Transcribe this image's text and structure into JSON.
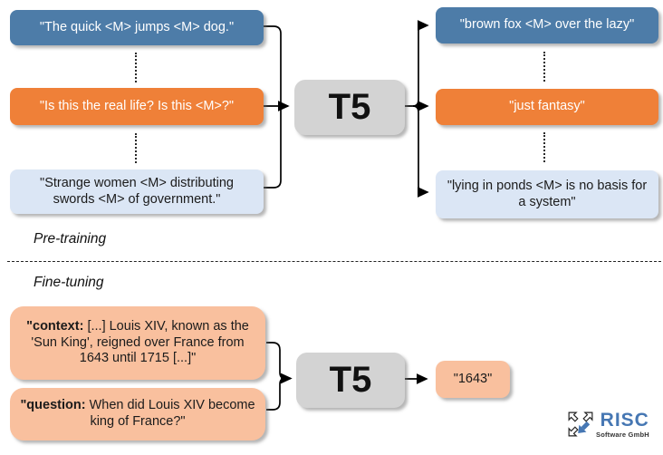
{
  "colors": {
    "dark_blue": "#4d7ca8",
    "orange": "#ef8038",
    "light_blue": "#dbe6f5",
    "salmon": "#f9c09e",
    "gray": "#d3d3d3",
    "logo_blue": "#4677b3"
  },
  "pretraining": {
    "section_label": "Pre-training",
    "model_label": "T5",
    "inputs": [
      {
        "text": "\"The quick <M> jumps <M> dog.\""
      },
      {
        "text": "\"Is this the real life? Is this <M>?\""
      },
      {
        "text": "\"Strange women <M> distributing swords <M> of government.\""
      }
    ],
    "outputs": [
      {
        "text": "\"brown fox <M> over the lazy\""
      },
      {
        "text": "\"just fantasy\""
      },
      {
        "text": "\"lying in ponds <M> is no basis for a system\""
      }
    ]
  },
  "finetuning": {
    "section_label": "Fine-tuning",
    "model_label": "T5",
    "inputs": [
      {
        "prefix": "\"context:",
        "rest": " [...] Louis XIV, known as the 'Sun King', reigned over France from 1643 until 1715 [...]\""
      },
      {
        "prefix": "\"question:",
        "rest": " When did Louis XIV become king of France?\""
      }
    ],
    "output": "\"1643\""
  },
  "logo": {
    "title": "RISC",
    "subtitle": "Software GmbH"
  }
}
